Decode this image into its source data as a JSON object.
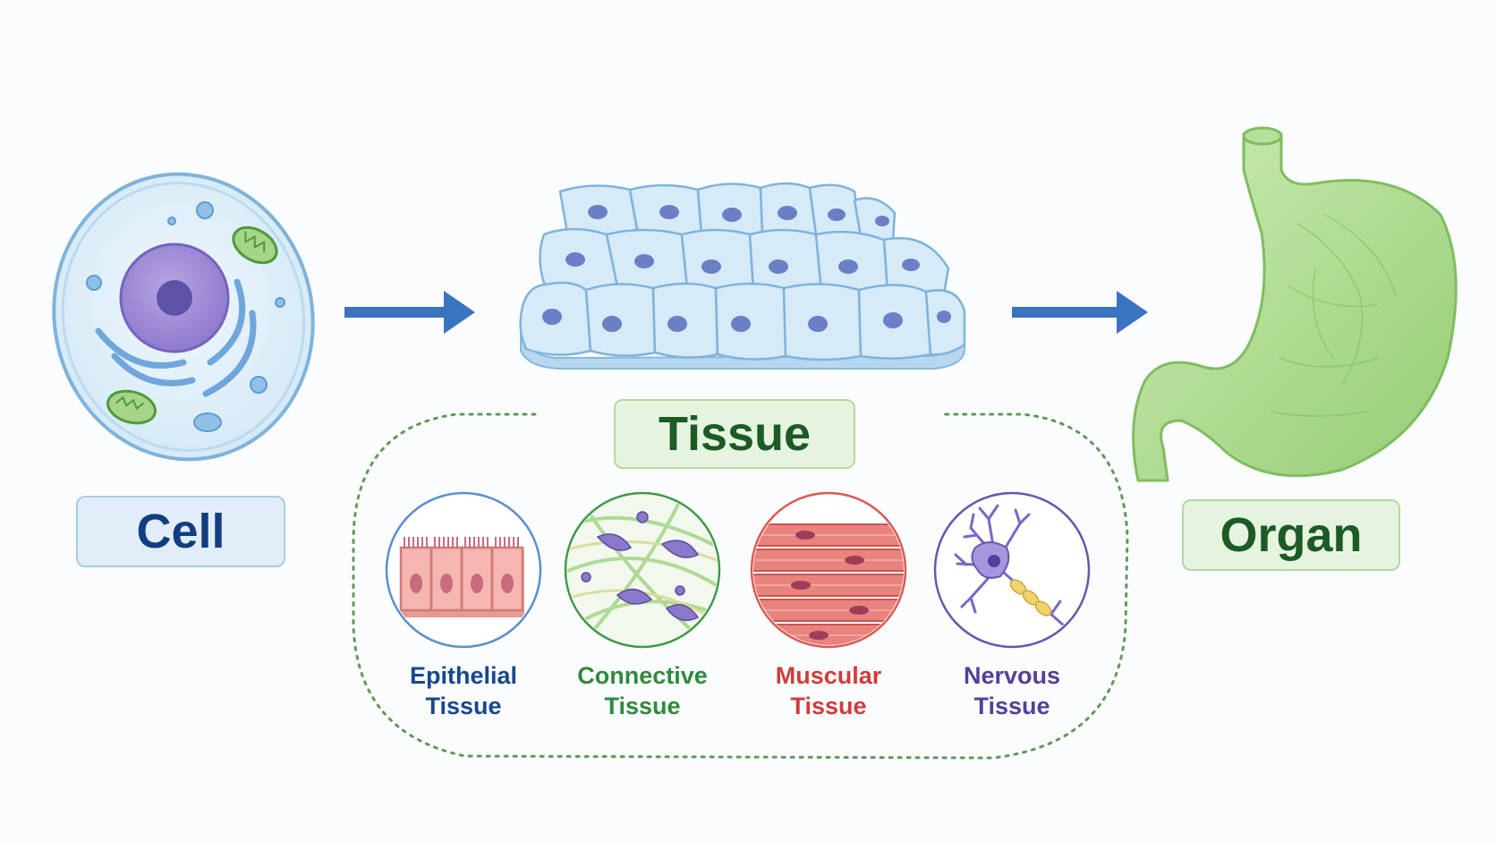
{
  "labels": {
    "cell": "Cell",
    "tissue": "Tissue",
    "organ": "Organ"
  },
  "tissue_types": [
    {
      "line1": "Epithelial",
      "line2": "Tissue",
      "color": "#16488f",
      "icon": "epithelial-tissue-icon"
    },
    {
      "line1": "Connective",
      "line2": "Tissue",
      "color": "#2f8a3b",
      "icon": "connective-tissue-icon"
    },
    {
      "line1": "Muscular",
      "line2": "Tissue",
      "color": "#cf3c3c",
      "icon": "muscular-tissue-icon"
    },
    {
      "line1": "Nervous",
      "line2": "Tissue",
      "color": "#553e9a",
      "icon": "nervous-tissue-icon"
    }
  ],
  "colors": {
    "arrow": "#3a74c0",
    "cell_label_text": "#123d80",
    "green_label_text": "#1c5a26",
    "dotted_outline": "#5f9a5a"
  }
}
